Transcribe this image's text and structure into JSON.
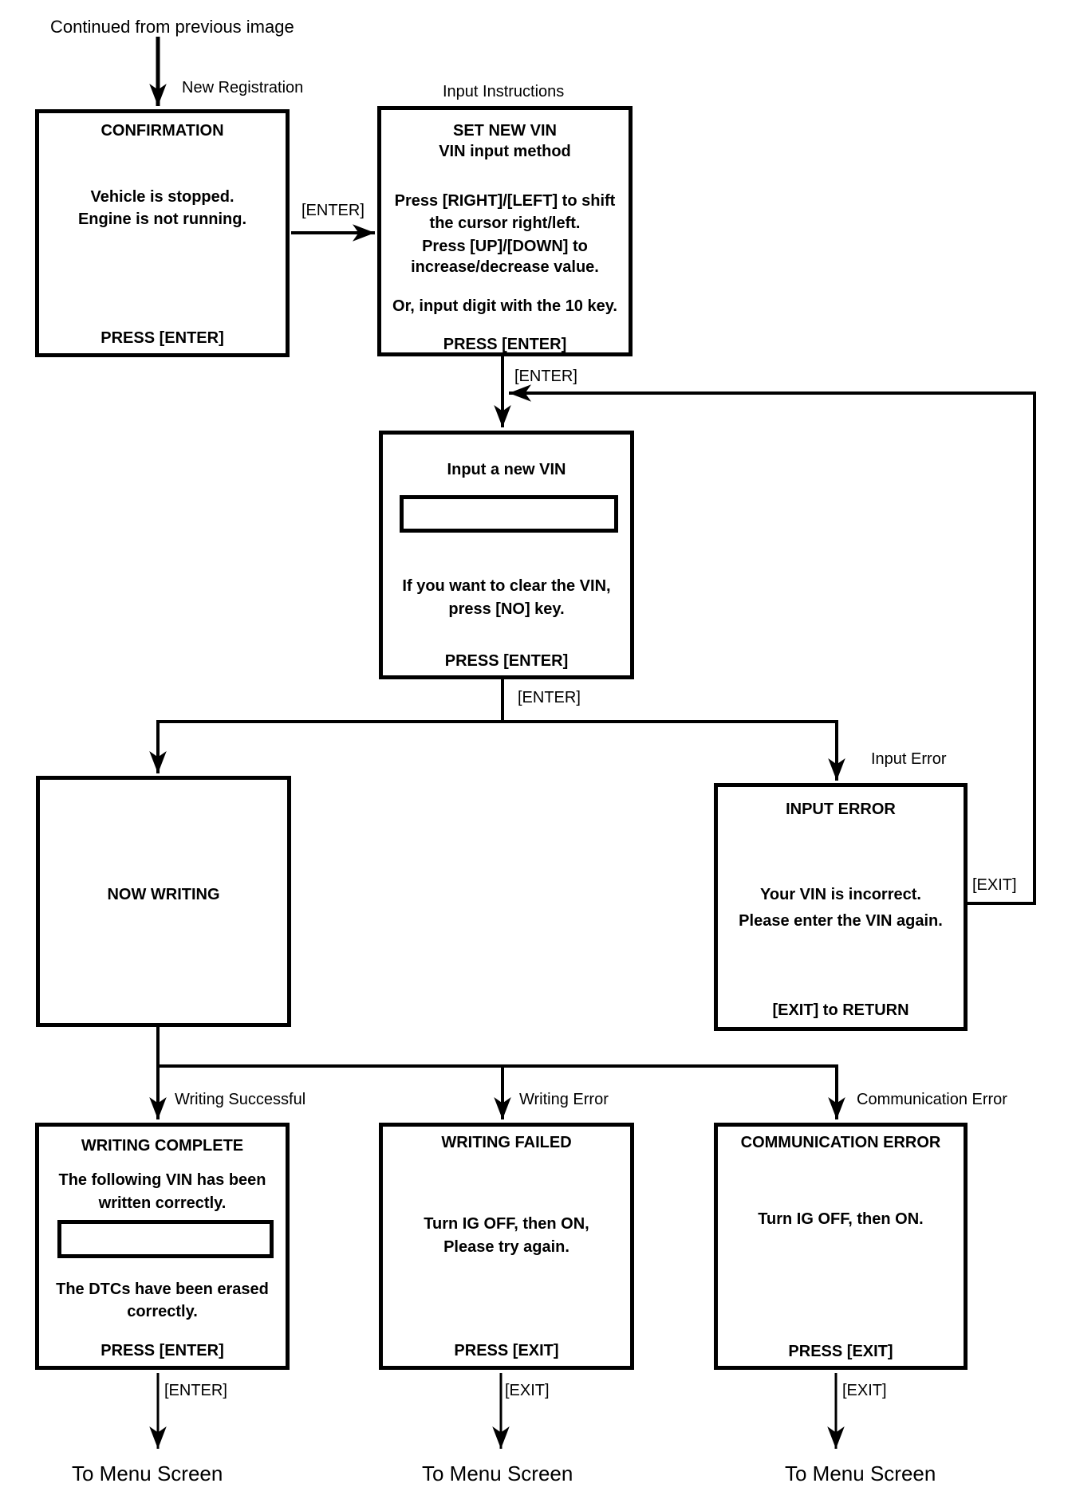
{
  "diagram": {
    "continued_from": "Continued from previous image",
    "to_menu_screen": "To Menu Screen"
  },
  "edge_labels": {
    "new_registration": "New Registration",
    "input_instructions": "Input Instructions",
    "enter_confirm_to_instructions": "[ENTER]",
    "enter_instructions_to_input": "[ENTER]",
    "enter_input_to_branch": "[ENTER]",
    "input_error": "Input Error",
    "exit_return_loop": "[EXIT]",
    "writing_successful": "Writing Successful",
    "writing_error": "Writing Error",
    "communication_error": "Communication Error",
    "enter_complete_to_menu": "[ENTER]",
    "exit_failed_to_menu": "[EXIT]",
    "exit_comm_to_menu": "[EXIT]"
  },
  "screens": {
    "confirmation": {
      "title": "CONFIRMATION",
      "line1": "Vehicle is stopped.",
      "line2": "Engine is not running.",
      "footer": "PRESS [ENTER]"
    },
    "set_new_vin": {
      "title1": "SET NEW VIN",
      "title2": "VIN input method",
      "line1": "Press [RIGHT]/[LEFT] to shift",
      "line2": "the cursor right/left.",
      "line3": "Press [UP]/[DOWN] to",
      "line4": "increase/decrease value.",
      "line5": "Or, input digit with the 10 key.",
      "footer": "PRESS [ENTER]"
    },
    "input_new_vin": {
      "title": "Input a new VIN",
      "field_value": "",
      "line1": "If you want to clear the VIN,",
      "line2": "press [NO] key.",
      "footer": "PRESS [ENTER]"
    },
    "now_writing": {
      "title": "NOW WRITING"
    },
    "input_error": {
      "title": "INPUT ERROR",
      "line1": "Your VIN is incorrect.",
      "line2": "Please enter the VIN again.",
      "footer": "[EXIT] to RETURN"
    },
    "writing_complete": {
      "title": "WRITING COMPLETE",
      "line1": "The following VIN has been",
      "line2": "written correctly.",
      "field_value": "",
      "line3": "The DTCs have been erased",
      "line4": "correctly.",
      "footer": "PRESS [ENTER]"
    },
    "writing_failed": {
      "title": "WRITING FAILED",
      "line1": "Turn IG OFF, then ON,",
      "line2": "Please try again.",
      "footer": "PRESS [EXIT]"
    },
    "communication_error": {
      "title": "COMMUNICATION ERROR",
      "line1": "Turn IG OFF, then ON.",
      "footer": "PRESS [EXIT]"
    }
  },
  "colors": {
    "line": "#000000",
    "background": "#ffffff"
  }
}
